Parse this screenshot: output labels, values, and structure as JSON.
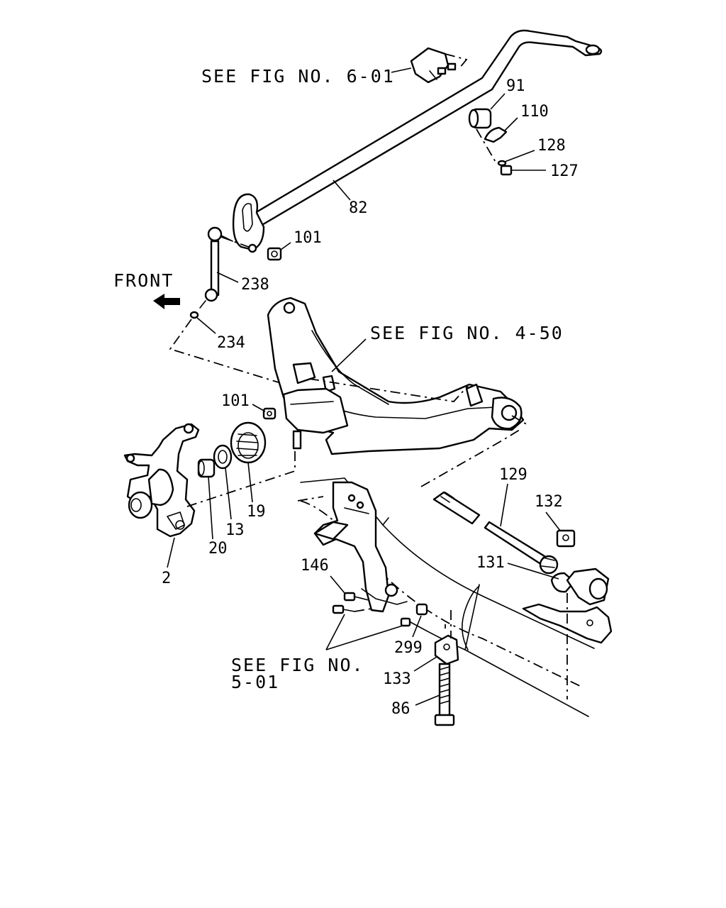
{
  "references": {
    "fig_6_01": "SEE FIG NO. 6-01",
    "fig_4_50": "SEE FIG NO. 4-50",
    "fig_5_01_line1": "SEE FIG NO.",
    "fig_5_01_line2": "5-01"
  },
  "front_label": "FRONT",
  "callouts": {
    "p91": "91",
    "p110": "110",
    "p128": "128",
    "p127": "127",
    "p82": "82",
    "p101a": "101",
    "p238": "238",
    "p234": "234",
    "p101b": "101",
    "p19": "19",
    "p13": "13",
    "p20": "20",
    "p2": "2",
    "p129": "129",
    "p132": "132",
    "p131": "131",
    "p146": "146",
    "p299": "299",
    "p133": "133",
    "p86": "86"
  },
  "icons": {
    "front_arrow": "arrow-left-icon"
  }
}
